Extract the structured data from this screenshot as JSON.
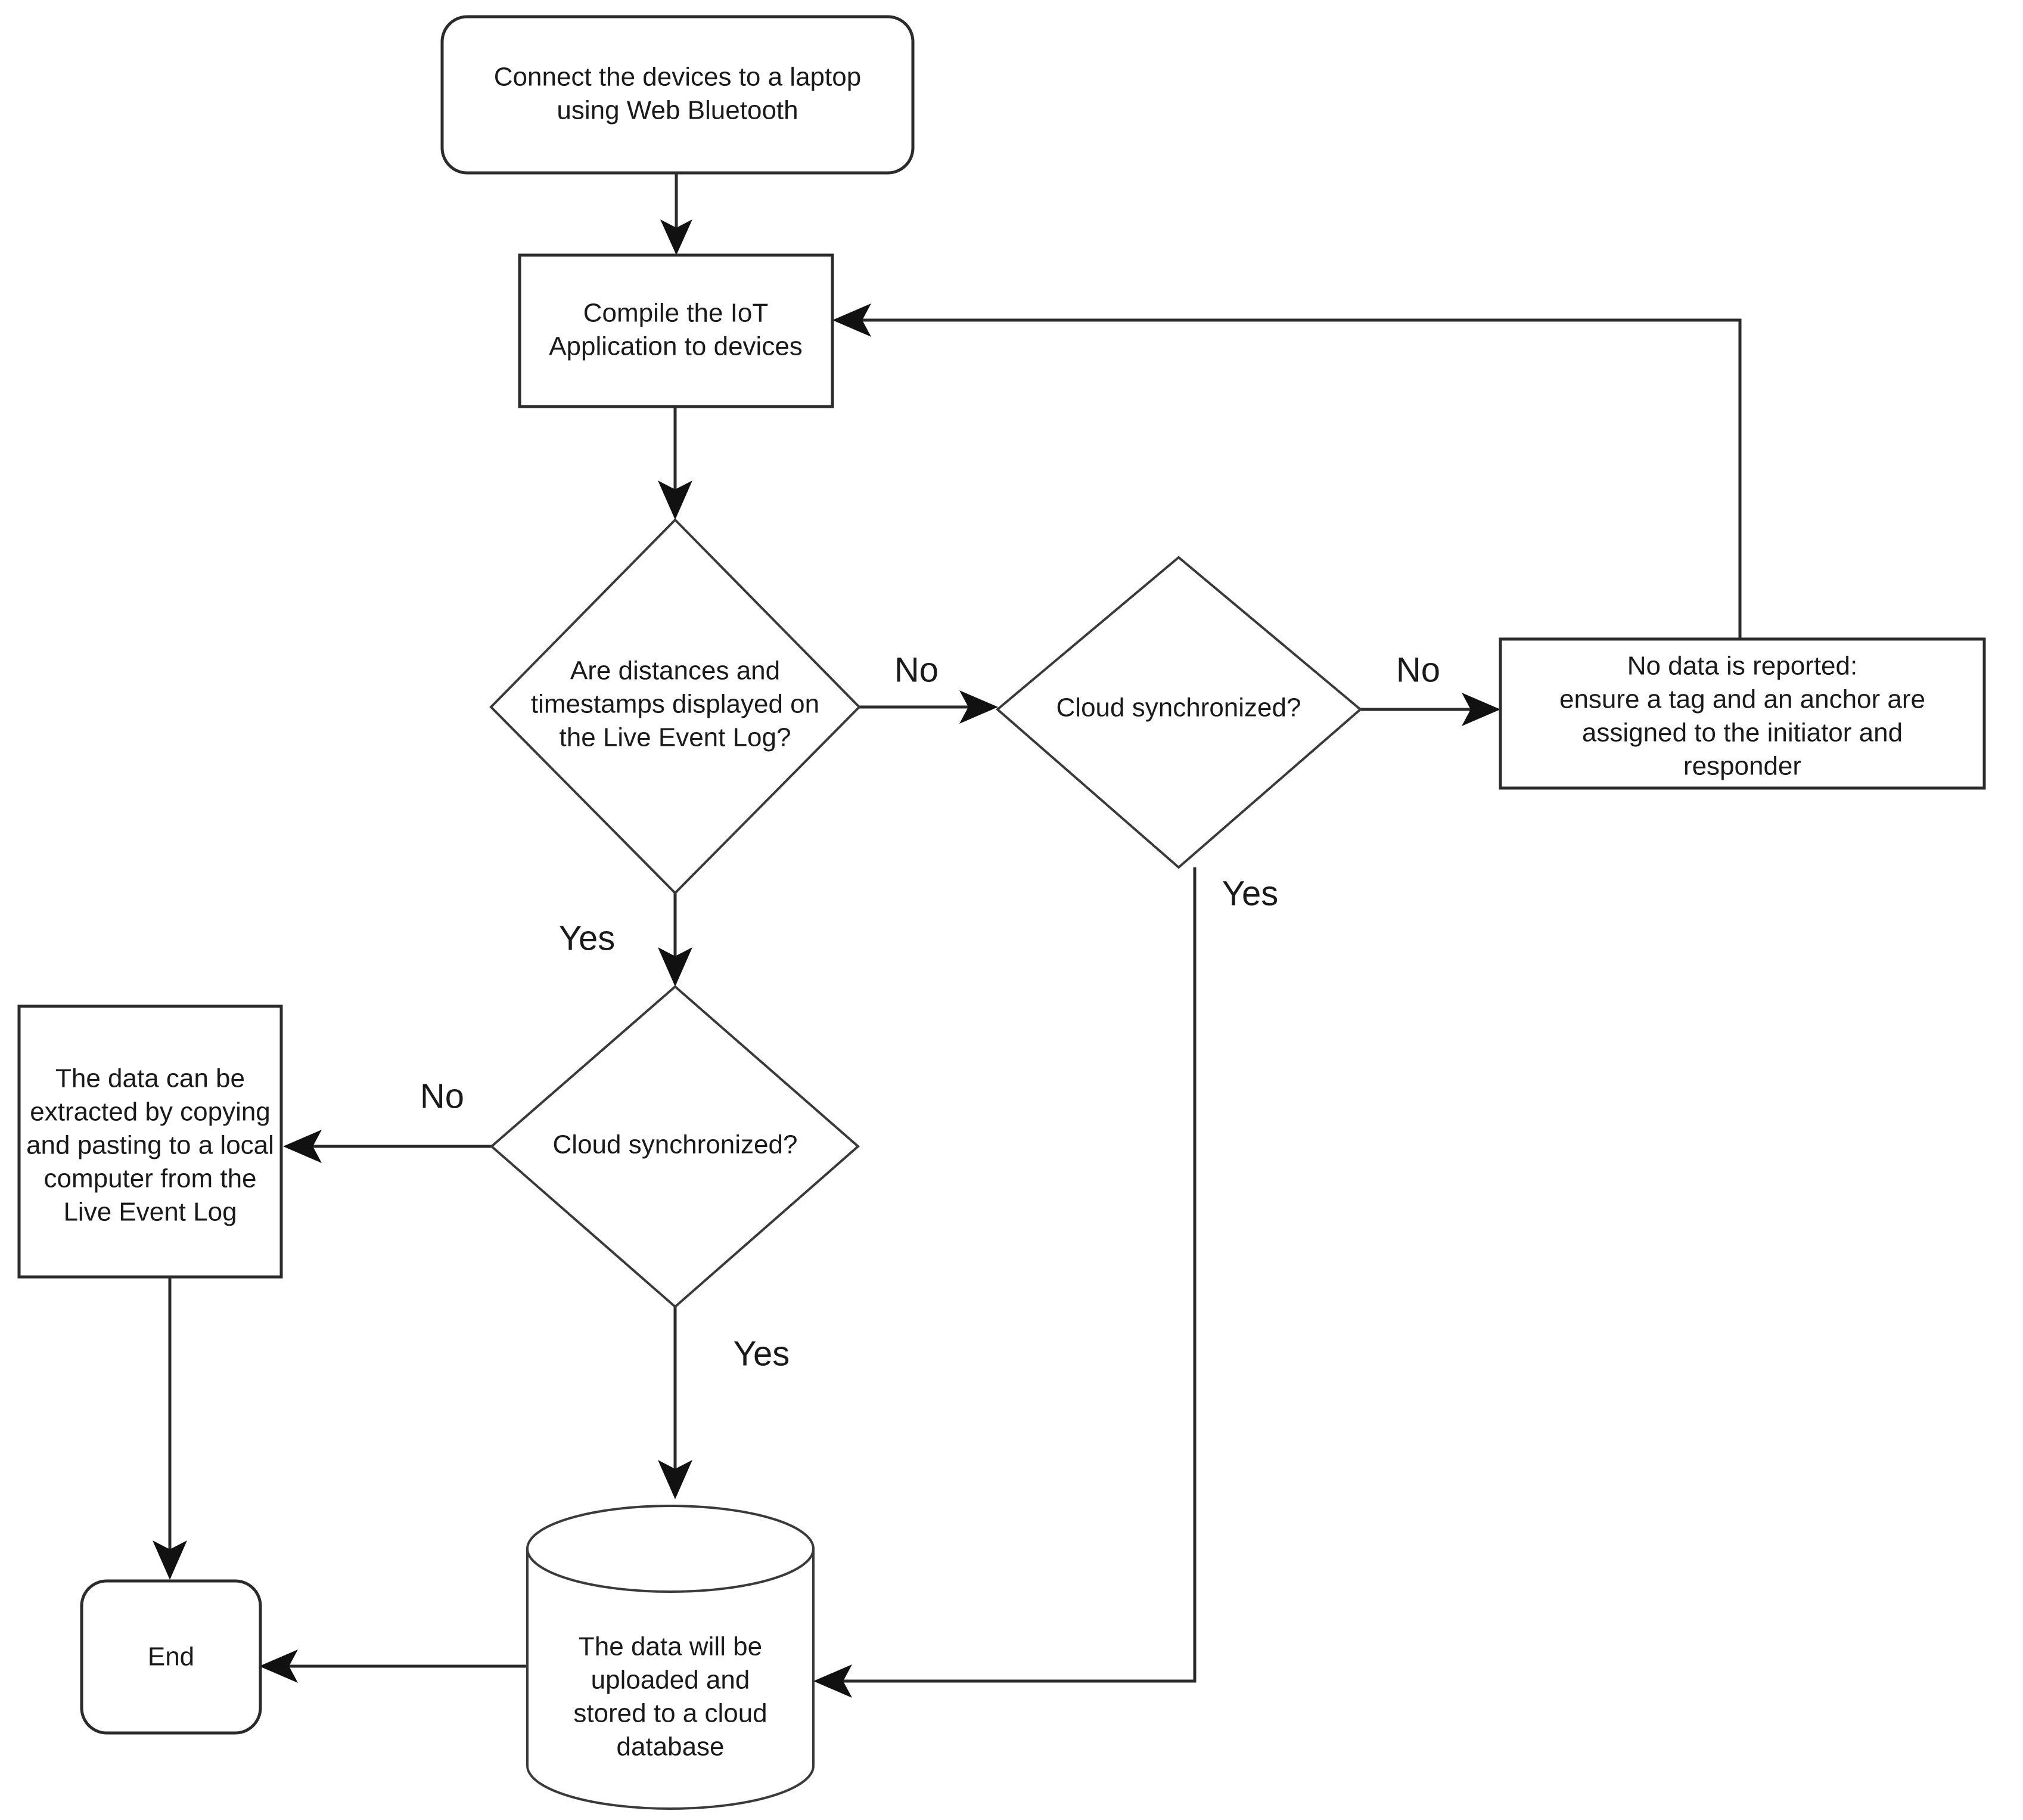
{
  "diagram": {
    "type": "flowchart",
    "orientation": "top-down",
    "background_color": "#ffffff",
    "line_color": "#2b2b2b",
    "text_color": "#1a1a1a"
  },
  "nodes": {
    "connect_devices": {
      "shape": "rounded-rectangle",
      "lines": [
        "Connect the devices to a laptop",
        "using Web Bluetooth"
      ]
    },
    "compile_app": {
      "shape": "rectangle",
      "lines": [
        "Compile the IoT",
        "Application to devices"
      ]
    },
    "distances_decision": {
      "shape": "diamond",
      "lines": [
        "Are distances and",
        "timestamps displayed on",
        "the Live Event Log?"
      ]
    },
    "cloud_sync_top": {
      "shape": "diamond",
      "lines": [
        "Cloud synchronized?"
      ]
    },
    "no_data_reported": {
      "shape": "rectangle",
      "lines": [
        "No data is reported:",
        "ensure a tag and an anchor are",
        "assigned to the initiator and",
        "responder"
      ]
    },
    "cloud_sync_bottom": {
      "shape": "diamond",
      "lines": [
        "Cloud synchronized?"
      ]
    },
    "extract_data": {
      "shape": "rectangle",
      "lines": [
        "The data can be",
        "extracted by copying",
        "and pasting to a local",
        "computer from the",
        "Live Event Log"
      ]
    },
    "cloud_database": {
      "shape": "cylinder",
      "lines": [
        "The data will be",
        "uploaded and",
        "stored to a cloud",
        "database"
      ]
    },
    "end_node": {
      "shape": "rounded-rectangle",
      "lines": [
        "End"
      ]
    }
  },
  "edge_labels": {
    "distances_no": "No",
    "distances_yes": "Yes",
    "cloud_top_no": "No",
    "cloud_top_yes": "Yes",
    "cloud_bottom_no": "No",
    "cloud_bottom_yes": "Yes"
  },
  "edges": [
    {
      "from": "connect_devices",
      "to": "compile_app",
      "label": ""
    },
    {
      "from": "compile_app",
      "to": "distances_decision",
      "label": ""
    },
    {
      "from": "distances_decision",
      "to": "cloud_sync_top",
      "label": "No"
    },
    {
      "from": "distances_decision",
      "to": "cloud_sync_bottom",
      "label": "Yes"
    },
    {
      "from": "cloud_sync_top",
      "to": "no_data_reported",
      "label": "No"
    },
    {
      "from": "cloud_sync_top",
      "to": "cloud_database",
      "label": "Yes"
    },
    {
      "from": "no_data_reported",
      "to": "compile_app",
      "label": ""
    },
    {
      "from": "cloud_sync_bottom",
      "to": "extract_data",
      "label": "No"
    },
    {
      "from": "cloud_sync_bottom",
      "to": "cloud_database",
      "label": "Yes"
    },
    {
      "from": "extract_data",
      "to": "end_node",
      "label": ""
    },
    {
      "from": "cloud_database",
      "to": "end_node",
      "label": ""
    }
  ]
}
